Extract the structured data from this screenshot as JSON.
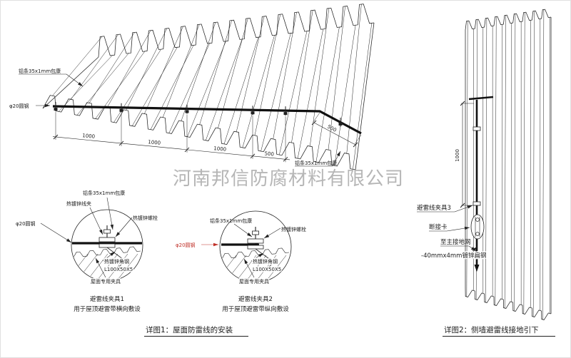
{
  "watermark": "河南邦信防腐材料有限公司",
  "detail1": {
    "caption": "详图1：屋面防雷线的安装",
    "roof": {
      "label_alu_top": "铝条35x1mm包康",
      "label_round_steel": "φ20圆钢",
      "label_alu_bottom": "铝条35x1mm包康",
      "dims": [
        "1000",
        "1000",
        "1000",
        "500",
        "500"
      ]
    },
    "clamp1": {
      "title": "避雷线夹具1",
      "subtitle": "用于屋顶避雷带横向敷设",
      "label_alu": "铝条35x1mm包康",
      "label_wire_clip": "热镀锌线夹",
      "label_bolt": "热镀锌螺栓",
      "label_round_steel": "φ20圆钢",
      "label_angle_steel": "热镀锌角钢",
      "label_angle_spec": "L100X50X5",
      "label_fixture": "屋面专用夹具"
    },
    "clamp2": {
      "title": "避雷线夹具2",
      "subtitle": "用于屋顶避雷带纵向敷设",
      "label_alu": "铝条35x1mm包康",
      "label_bolt": "热镀锌螺栓",
      "label_round_steel": "φ20圆钢",
      "label_angle_steel": "热镀锌角钢",
      "label_angle_spec": "L100X50X5",
      "label_fixture": "屋面专用夹具"
    }
  },
  "detail2": {
    "caption": "详图2：侧墙避雷线接地引下",
    "dim_vertical": "1000",
    "label_clamp3": "避雷线夹具3",
    "label_disconnect": "断接卡",
    "label_to_ground": "至主接地网",
    "label_flat_steel": "-40mmx4mm镀锌扁钢"
  },
  "colors": {
    "line": "#222222",
    "accent_red": "#c03028",
    "watermark": "#9a9a9a"
  }
}
